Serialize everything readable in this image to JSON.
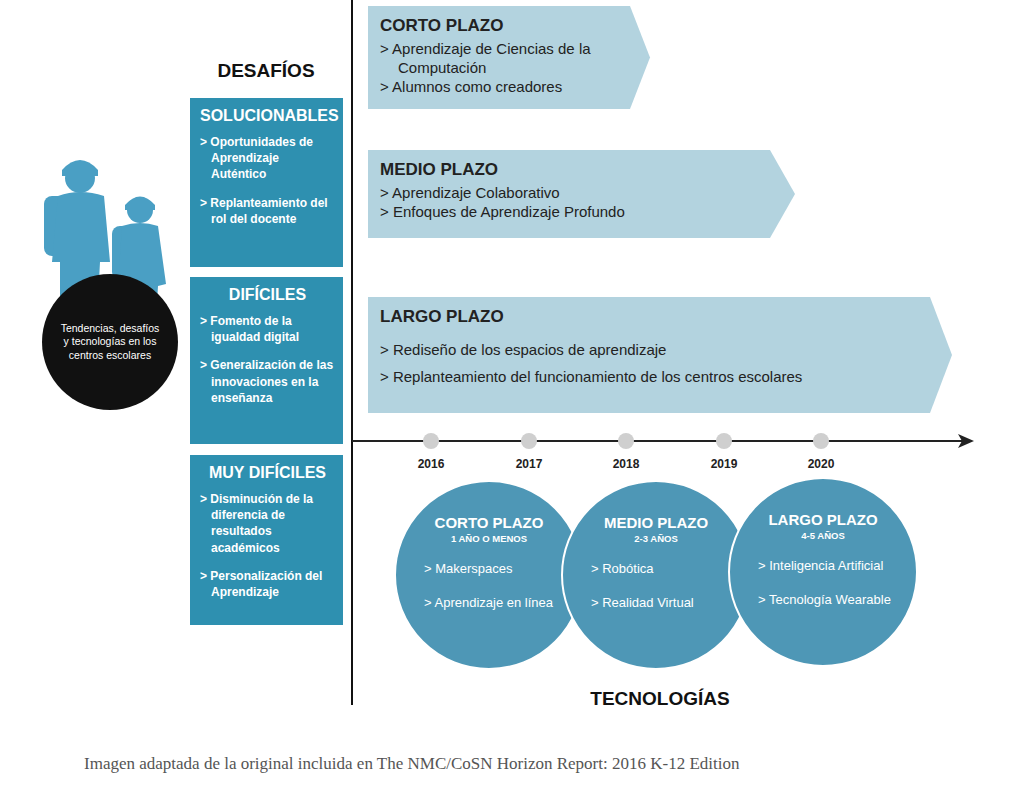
{
  "diagram": {
    "caption": "Imagen adaptada de la original incluida en The NMC/CoSN Horizon Report: 2016 K-12 Edition",
    "nodes": [
      {
        "text": [
          "Tendencias, desafíos y tecnologías en los centros escolares"
        ]
      },
      {
        "text": [
          "SOLUCIONABLES",
          "> Oportunidades de Aprendizaje Auténtico",
          "> Replanteamiento del rol del docente"
        ]
      },
      {
        "text": [
          "DIFÍCILES",
          "> Fomento de la igualdad digital",
          "> Generalización de las innovaciones en la enseñanza"
        ]
      },
      {
        "text": [
          "MUY DIFÍCILES",
          "> Disminución de la diferencia de resultados académicos",
          "> Personalización del Aprendizaje"
        ]
      },
      {
        "text": [
          "CORTO PLAZO",
          "> Aprendizaje de Ciencias de la Computación",
          "> Alumnos como creadores"
        ]
      },
      {
        "text": [
          "MEDIO PLAZO",
          "> Aprendizaje Colaborativo",
          "> Enfoques de Aprendizaje Profundo"
        ]
      },
      {
        "text": [
          "LARGO PLAZO",
          "> Rediseño de los espacios de aprendizaje",
          "> Replanteamiento del funcionamiento de los centros escolares"
        ]
      },
      {
        "text": [
          "CORTO PLAZO",
          "1 AÑO O MENOS",
          "> Makerspaces",
          "> Aprendizaje en línea"
        ]
      },
      {
        "text": [
          "MEDIO PLAZO",
          "2-3 AÑOS",
          "> Robótica",
          "> Realidad Virtual"
        ]
      },
      {
        "text": [
          "LARGO PLAZO",
          "4-5 AÑOS",
          "> Inteligencia Artificial",
          "> Tecnología Wearable"
        ]
      }
    ],
    "labels": [
      "DESAFÍOS",
      "2016",
      "2017",
      "2018",
      "2019",
      "2020",
      "TECNOLOGÍAS"
    ]
  }
}
